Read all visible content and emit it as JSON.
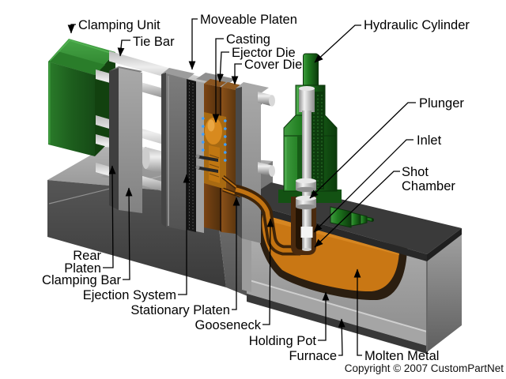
{
  "diagram": {
    "labels": {
      "clamping_unit": "Clamping Unit",
      "tie_bar": "Tie Bar",
      "moveable_platen": "Moveable Platen",
      "casting": "Casting",
      "ejector_die": "Ejector Die",
      "cover_die": "Cover Die",
      "hydraulic_cylinder": "Hydraulic Cylinder",
      "plunger": "Plunger",
      "inlet": "Inlet",
      "shot_chamber_line1": "Shot",
      "shot_chamber_line2": "Chamber",
      "rear_platen_line1": "Rear",
      "rear_platen_line2": "Platen",
      "clamping_bar": "Clamping Bar",
      "ejection_system": "Ejection System",
      "stationary_platen": "Stationary Platen",
      "gooseneck": "Gooseneck",
      "holding_pot": "Holding Pot",
      "furnace": "Furnace",
      "molten_metal": "Molten Metal"
    },
    "copyright": "Copyright © 2007 CustomPartNet",
    "colors": {
      "background": "#ffffff",
      "label_text": "#000000",
      "leader_line": "#000000",
      "copyright_text": "#111111",
      "clamping_unit_green": "#1f6420",
      "hydraulic_green": "#1e7a1e",
      "molten_metal_orange": "#c97714",
      "die_brown": "#714012",
      "gooseneck_brown": "#3f2408",
      "holding_pot_dark": "#2b1e10",
      "machine_gray": "#8f8f8f",
      "bed_dark_gray": "#464646",
      "furnace_top_gray": "#3a3a3a",
      "steel_silver": "#c9c9c9",
      "ejector_pin_blue": "#3f9fff"
    }
  }
}
